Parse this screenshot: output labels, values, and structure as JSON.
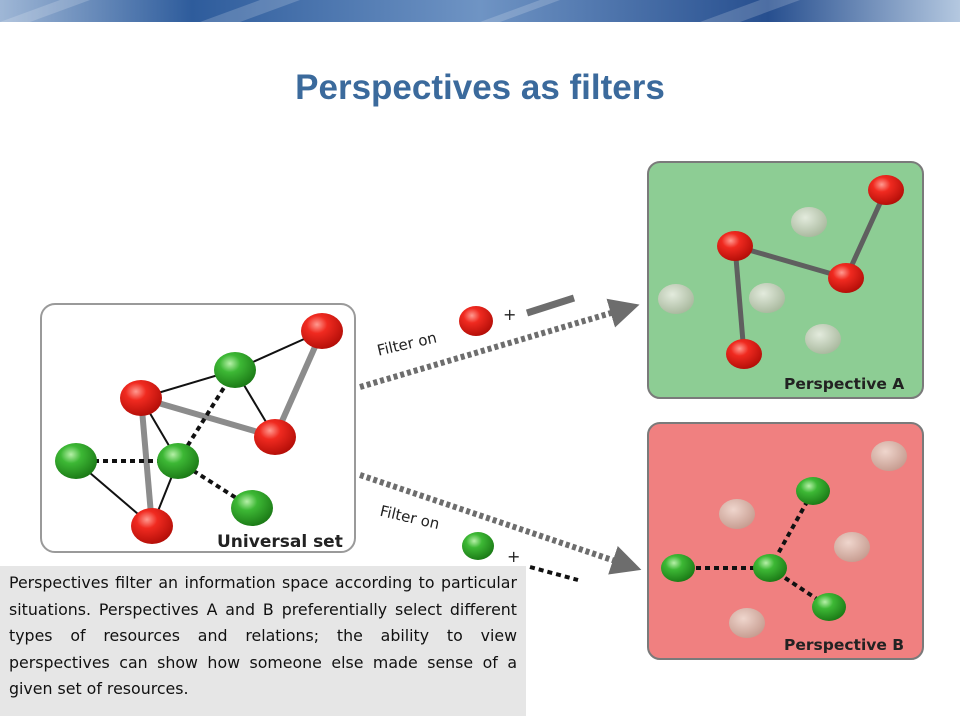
{
  "slide": {
    "title": "Perspectives as filters",
    "caption": "Perspectives filter an information space according to particular situations.  Perspectives A and B preferentially select different types of resources and relations; the ability to view perspectives can show how someone else made sense of a given set of resources."
  },
  "diagram": {
    "universal_set_label": "Universal set",
    "filter_top_label": "Filter on",
    "filter_top_sign": "+",
    "filter_bottom_label": "Filter on",
    "filter_bottom_sign": "+",
    "perspective_a_label": "Perspective A",
    "perspective_b_label": "Perspective B"
  },
  "colors": {
    "title": "#3b6a9c",
    "node_red": "#e8231c",
    "node_green": "#2fa62a",
    "node_grey_green": "#b9c7b0",
    "node_grey_pink": "#d4aaa0",
    "panel_a": "#8dcd94",
    "panel_b": "#f08080",
    "arrow": "#6d6d6d"
  }
}
